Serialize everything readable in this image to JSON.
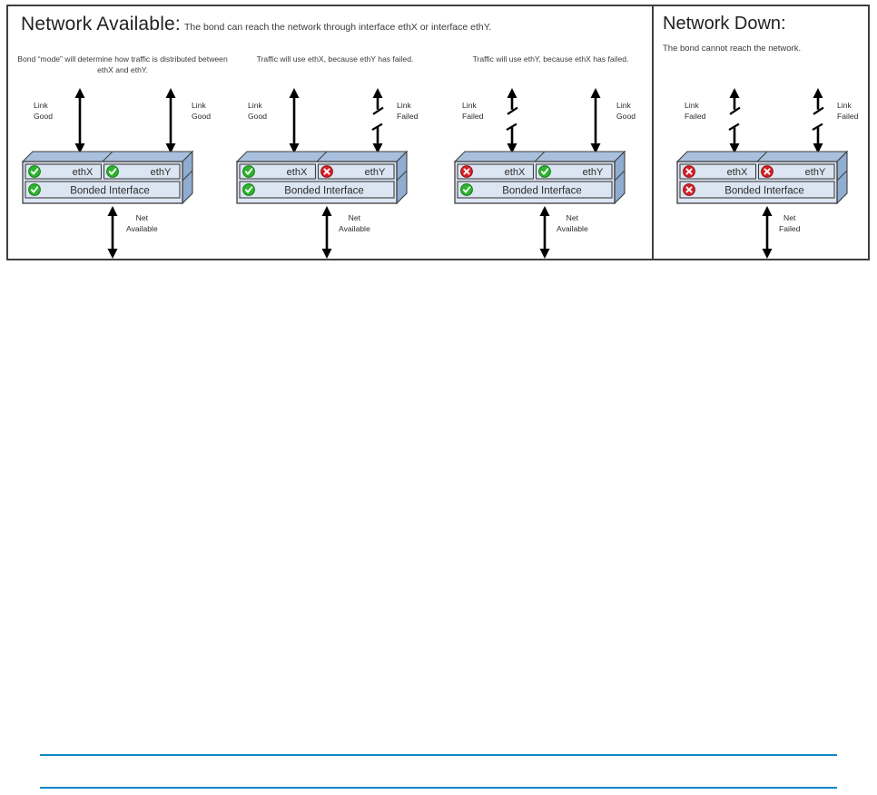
{
  "headings": {
    "available": {
      "title": "Network Available:",
      "subtitle": "The bond can reach the network through interface ethX or interface ethY."
    },
    "down": {
      "title": "Network Down:",
      "subtitle": "The bond cannot reach the network."
    }
  },
  "labels": {
    "bonded_interface": "Bonded Interface",
    "eth_x": "ethX",
    "eth_y": "ethY",
    "link_good": "Link\nGood",
    "link_failed": "Link\nFailed",
    "net_available": "Net\nAvailable",
    "net_failed": "Net\nFailed"
  },
  "colors": {
    "status_ok": "#2db52d",
    "status_fail": "#d81f26",
    "box_face": "#dce6f2",
    "box_top": "#a8c0dd",
    "box_side": "#8fadd0",
    "frame": "#3f3f3f",
    "rule": "#0d87c8"
  },
  "panels": [
    {
      "id": "panel-1",
      "caption": "Bond “mode” will determine how traffic is distributed between ethX and ethY.",
      "left_link": {
        "label": "Link\nGood",
        "state": "good"
      },
      "right_link": {
        "label": "Link\nGood",
        "state": "good"
      },
      "eth_x": {
        "label": "ethX",
        "state": "ok"
      },
      "eth_y": {
        "label": "ethY",
        "state": "ok"
      },
      "bond": {
        "label": "Bonded Interface",
        "state": "ok"
      },
      "net": {
        "label": "Net\nAvailable",
        "state": "available"
      }
    },
    {
      "id": "panel-2",
      "caption": "Traffic will use ethX, because ethY has failed.",
      "left_link": {
        "label": "Link\nGood",
        "state": "good"
      },
      "right_link": {
        "label": "Link\nFailed",
        "state": "failed"
      },
      "eth_x": {
        "label": "ethX",
        "state": "ok"
      },
      "eth_y": {
        "label": "ethY",
        "state": "fail"
      },
      "bond": {
        "label": "Bonded Interface",
        "state": "ok"
      },
      "net": {
        "label": "Net\nAvailable",
        "state": "available"
      }
    },
    {
      "id": "panel-3",
      "caption": "Traffic will use ethY, because ethX has failed.",
      "left_link": {
        "label": "Link\nFailed",
        "state": "failed"
      },
      "right_link": {
        "label": "Link\nGood",
        "state": "good"
      },
      "eth_x": {
        "label": "ethX",
        "state": "fail"
      },
      "eth_y": {
        "label": "ethY",
        "state": "ok"
      },
      "bond": {
        "label": "Bonded Interface",
        "state": "ok"
      },
      "net": {
        "label": "Net\nAvailable",
        "state": "available"
      }
    },
    {
      "id": "panel-4",
      "caption": "",
      "left_link": {
        "label": "Link\nFailed",
        "state": "failed"
      },
      "right_link": {
        "label": "Link\nFailed",
        "state": "failed"
      },
      "eth_x": {
        "label": "ethX",
        "state": "fail"
      },
      "eth_y": {
        "label": "ethY",
        "state": "fail"
      },
      "bond": {
        "label": "Bonded Interface",
        "state": "fail"
      },
      "net": {
        "label": "Net\nFailed",
        "state": "failed"
      }
    }
  ]
}
